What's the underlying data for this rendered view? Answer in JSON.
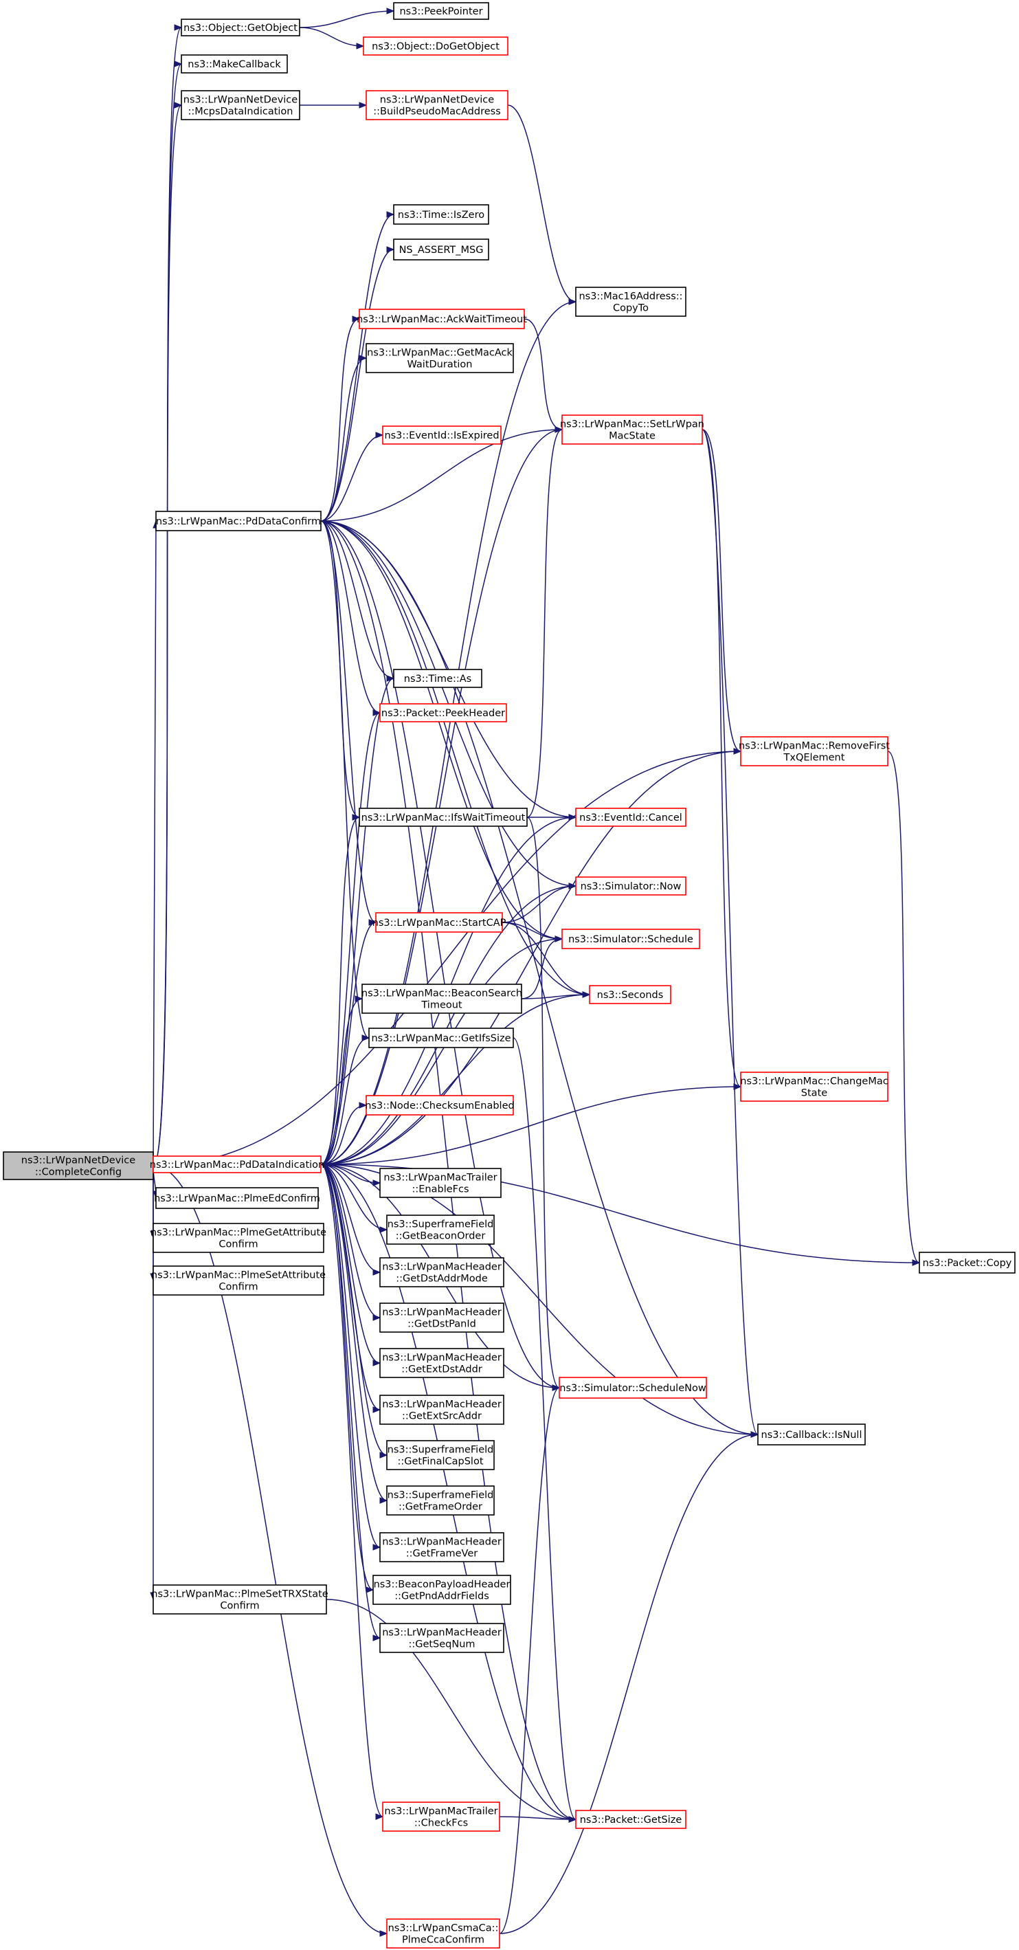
{
  "graph": {
    "colors": {
      "edge": "#191970",
      "node_border": "#000000",
      "node_border_link": "#ff0000",
      "root_fill": "#bfbfbf"
    },
    "nodes": [
      {
        "id": "root",
        "lines": [
          "ns3::LrWpanNetDevice",
          "::CompleteConfig"
        ],
        "style": "root"
      },
      {
        "id": "getobject",
        "lines": [
          "ns3::Object::GetObject"
        ],
        "style": "black"
      },
      {
        "id": "peekpointer",
        "lines": [
          "ns3::PeekPointer"
        ],
        "style": "black"
      },
      {
        "id": "dogetobject",
        "lines": [
          "ns3::Object::DoGetObject"
        ],
        "style": "red"
      },
      {
        "id": "makecallback",
        "lines": [
          "ns3::MakeCallback"
        ],
        "style": "black"
      },
      {
        "id": "mcpsdataind",
        "lines": [
          "ns3::LrWpanNetDevice",
          "::McpsDataIndication"
        ],
        "style": "black"
      },
      {
        "id": "buildpseudo",
        "lines": [
          "ns3::LrWpanNetDevice",
          "::BuildPseudoMacAddress"
        ],
        "style": "red"
      },
      {
        "id": "iszero",
        "lines": [
          "ns3::Time::IsZero"
        ],
        "style": "black"
      },
      {
        "id": "nsassert",
        "lines": [
          "NS_ASSERT_MSG"
        ],
        "style": "black"
      },
      {
        "id": "mac16copyto",
        "lines": [
          "ns3::Mac16Address::",
          "CopyTo"
        ],
        "style": "black"
      },
      {
        "id": "ackwaittimeout",
        "lines": [
          "ns3::LrWpanMac::AckWaitTimeout"
        ],
        "style": "red"
      },
      {
        "id": "getmacack",
        "lines": [
          "ns3::LrWpanMac::GetMacAck",
          "WaitDuration"
        ],
        "style": "black"
      },
      {
        "id": "setlrwpanstate",
        "lines": [
          "ns3::LrWpanMac::SetLrWpan",
          "MacState"
        ],
        "style": "red"
      },
      {
        "id": "isexpired",
        "lines": [
          "ns3::EventId::IsExpired"
        ],
        "style": "red"
      },
      {
        "id": "pddataconfirm",
        "lines": [
          "ns3::LrWpanMac::PdDataConfirm"
        ],
        "style": "black"
      },
      {
        "id": "timeas",
        "lines": [
          "ns3::Time::As"
        ],
        "style": "black"
      },
      {
        "id": "peekheader",
        "lines": [
          "ns3::Packet::PeekHeader"
        ],
        "style": "red"
      },
      {
        "id": "removefirst",
        "lines": [
          "ns3::LrWpanMac::RemoveFirst",
          "TxQElement"
        ],
        "style": "red"
      },
      {
        "id": "ifswaittimeout",
        "lines": [
          "ns3::LrWpanMac::IfsWaitTimeout"
        ],
        "style": "black"
      },
      {
        "id": "eventcancel",
        "lines": [
          "ns3::EventId::Cancel"
        ],
        "style": "red"
      },
      {
        "id": "simnow",
        "lines": [
          "ns3::Simulator::Now"
        ],
        "style": "red"
      },
      {
        "id": "startcap",
        "lines": [
          "ns3::LrWpanMac::StartCAP"
        ],
        "style": "red"
      },
      {
        "id": "simschedule",
        "lines": [
          "ns3::Simulator::Schedule"
        ],
        "style": "red"
      },
      {
        "id": "beaconsearch",
        "lines": [
          "ns3::LrWpanMac::BeaconSearch",
          "Timeout"
        ],
        "style": "black"
      },
      {
        "id": "seconds",
        "lines": [
          "ns3::Seconds"
        ],
        "style": "red"
      },
      {
        "id": "getifssize",
        "lines": [
          "ns3::LrWpanMac::GetIfsSize"
        ],
        "style": "black"
      },
      {
        "id": "changemacstate",
        "lines": [
          "ns3::LrWpanMac::ChangeMac",
          "State"
        ],
        "style": "red"
      },
      {
        "id": "checksum",
        "lines": [
          "ns3::Node::ChecksumEnabled"
        ],
        "style": "red"
      },
      {
        "id": "pddataind",
        "lines": [
          "ns3::LrWpanMac::PdDataIndication"
        ],
        "style": "red"
      },
      {
        "id": "enablefcs",
        "lines": [
          "ns3::LrWpanMacTrailer",
          "::EnableFcs"
        ],
        "style": "black"
      },
      {
        "id": "plmeed",
        "lines": [
          "ns3::LrWpanMac::PlmeEdConfirm"
        ],
        "style": "black"
      },
      {
        "id": "getbeaconorder",
        "lines": [
          "ns3::SuperframeField",
          "::GetBeaconOrder"
        ],
        "style": "black"
      },
      {
        "id": "plmegetattr",
        "lines": [
          "ns3::LrWpanMac::PlmeGetAttribute",
          "Confirm"
        ],
        "style": "black"
      },
      {
        "id": "packetcopy",
        "lines": [
          "ns3::Packet::Copy"
        ],
        "style": "black"
      },
      {
        "id": "getdstaddrmode",
        "lines": [
          "ns3::LrWpanMacHeader",
          "::GetDstAddrMode"
        ],
        "style": "black"
      },
      {
        "id": "plmesetattr",
        "lines": [
          "ns3::LrWpanMac::PlmeSetAttribute",
          "Confirm"
        ],
        "style": "black"
      },
      {
        "id": "getdstpanid",
        "lines": [
          "ns3::LrWpanMacHeader",
          "::GetDstPanId"
        ],
        "style": "black"
      },
      {
        "id": "getextdstaddr",
        "lines": [
          "ns3::LrWpanMacHeader",
          "::GetExtDstAddr"
        ],
        "style": "black"
      },
      {
        "id": "schedulenow",
        "lines": [
          "ns3::Simulator::ScheduleNow"
        ],
        "style": "red"
      },
      {
        "id": "getextsrcaddr",
        "lines": [
          "ns3::LrWpanMacHeader",
          "::GetExtSrcAddr"
        ],
        "style": "black"
      },
      {
        "id": "callbackisnull",
        "lines": [
          "ns3::Callback::IsNull"
        ],
        "style": "black"
      },
      {
        "id": "getfinalcapslot",
        "lines": [
          "ns3::SuperframeField",
          "::GetFinalCapSlot"
        ],
        "style": "black"
      },
      {
        "id": "getframeorder",
        "lines": [
          "ns3::SuperframeField",
          "::GetFrameOrder"
        ],
        "style": "black"
      },
      {
        "id": "getframever",
        "lines": [
          "ns3::LrWpanMacHeader",
          "::GetFrameVer"
        ],
        "style": "black"
      },
      {
        "id": "plmesettrx",
        "lines": [
          "ns3::LrWpanMac::PlmeSetTRXState",
          "Confirm"
        ],
        "style": "black"
      },
      {
        "id": "getpndaddr",
        "lines": [
          "ns3::BeaconPayloadHeader",
          "::GetPndAddrFields"
        ],
        "style": "black"
      },
      {
        "id": "getseqnum",
        "lines": [
          "ns3::LrWpanMacHeader",
          "::GetSeqNum"
        ],
        "style": "black"
      },
      {
        "id": "checkfcs",
        "lines": [
          "ns3::LrWpanMacTrailer",
          "::CheckFcs"
        ],
        "style": "red"
      },
      {
        "id": "packetgetsize",
        "lines": [
          "ns3::Packet::GetSize"
        ],
        "style": "red"
      },
      {
        "id": "plmecca",
        "lines": [
          "ns3::LrWpanCsmaCa::",
          "PlmeCcaConfirm"
        ],
        "style": "red"
      }
    ],
    "edges": [
      [
        "root",
        "getobject"
      ],
      [
        "root",
        "makecallback"
      ],
      [
        "root",
        "mcpsdataind"
      ],
      [
        "root",
        "removefirst"
      ],
      [
        "root",
        "pddataconfirm"
      ],
      [
        "root",
        "pddataind"
      ],
      [
        "root",
        "plmeed"
      ],
      [
        "root",
        "plmegetattr"
      ],
      [
        "root",
        "plmesetattr"
      ],
      [
        "root",
        "plmesettrx"
      ],
      [
        "root",
        "plmecca"
      ],
      [
        "getobject",
        "peekpointer"
      ],
      [
        "getobject",
        "dogetobject"
      ],
      [
        "mcpsdataind",
        "buildpseudo"
      ],
      [
        "buildpseudo",
        "mac16copyto"
      ],
      [
        "pddataconfirm",
        "iszero"
      ],
      [
        "pddataconfirm",
        "nsassert"
      ],
      [
        "pddataconfirm",
        "ackwaittimeout"
      ],
      [
        "pddataconfirm",
        "getmacack"
      ],
      [
        "pddataconfirm",
        "isexpired"
      ],
      [
        "pddataconfirm",
        "setlrwpanstate"
      ],
      [
        "pddataconfirm",
        "timeas"
      ],
      [
        "pddataconfirm",
        "peekheader"
      ],
      [
        "pddataconfirm",
        "ifswaittimeout"
      ],
      [
        "pddataconfirm",
        "eventcancel"
      ],
      [
        "pddataconfirm",
        "startcap"
      ],
      [
        "pddataconfirm",
        "getifssize"
      ],
      [
        "pddataconfirm",
        "simnow"
      ],
      [
        "pddataconfirm",
        "simschedule"
      ],
      [
        "pddataconfirm",
        "seconds"
      ],
      [
        "pddataconfirm",
        "schedulenow"
      ],
      [
        "pddataconfirm",
        "callbackisnull"
      ],
      [
        "pddataconfirm",
        "packetgetsize"
      ],
      [
        "ackwaittimeout",
        "setlrwpanstate"
      ],
      [
        "setlrwpanstate",
        "removefirst"
      ],
      [
        "setlrwpanstate",
        "changemacstate"
      ],
      [
        "setlrwpanstate",
        "callbackisnull"
      ],
      [
        "removefirst",
        "packetcopy"
      ],
      [
        "ifswaittimeout",
        "setlrwpanstate"
      ],
      [
        "ifswaittimeout",
        "eventcancel"
      ],
      [
        "ifswaittimeout",
        "schedulenow"
      ],
      [
        "startcap",
        "simnow"
      ],
      [
        "startcap",
        "simschedule"
      ],
      [
        "startcap",
        "seconds"
      ],
      [
        "beaconsearch",
        "simschedule"
      ],
      [
        "beaconsearch",
        "seconds"
      ],
      [
        "getifssize",
        "packetgetsize"
      ],
      [
        "pddataind",
        "timeas"
      ],
      [
        "pddataind",
        "peekheader"
      ],
      [
        "pddataind",
        "mac16copyto"
      ],
      [
        "pddataind",
        "setlrwpanstate"
      ],
      [
        "pddataind",
        "ifswaittimeout"
      ],
      [
        "pddataind",
        "eventcancel"
      ],
      [
        "pddataind",
        "simnow"
      ],
      [
        "pddataind",
        "startcap"
      ],
      [
        "pddataind",
        "simschedule"
      ],
      [
        "pddataind",
        "beaconsearch"
      ],
      [
        "pddataind",
        "seconds"
      ],
      [
        "pddataind",
        "getifssize"
      ],
      [
        "pddataind",
        "removefirst"
      ],
      [
        "pddataind",
        "checksum"
      ],
      [
        "pddataind",
        "enablefcs"
      ],
      [
        "pddataind",
        "getbeaconorder"
      ],
      [
        "pddataind",
        "getdstaddrmode"
      ],
      [
        "pddataind",
        "getdstpanid"
      ],
      [
        "pddataind",
        "getextdstaddr"
      ],
      [
        "pddataind",
        "getextsrcaddr"
      ],
      [
        "pddataind",
        "getfinalcapslot"
      ],
      [
        "pddataind",
        "getframeorder"
      ],
      [
        "pddataind",
        "getframever"
      ],
      [
        "pddataind",
        "getpndaddr"
      ],
      [
        "pddataind",
        "getseqnum"
      ],
      [
        "pddataind",
        "schedulenow"
      ],
      [
        "pddataind",
        "changemacstate"
      ],
      [
        "pddataind",
        "callbackisnull"
      ],
      [
        "pddataind",
        "packetcopy"
      ],
      [
        "pddataind",
        "checkfcs"
      ],
      [
        "pddataind",
        "packetgetsize"
      ],
      [
        "checkfcs",
        "packetgetsize"
      ],
      [
        "plmesettrx",
        "packetgetsize"
      ],
      [
        "plmecca",
        "schedulenow"
      ],
      [
        "plmecca",
        "callbackisnull"
      ]
    ]
  }
}
